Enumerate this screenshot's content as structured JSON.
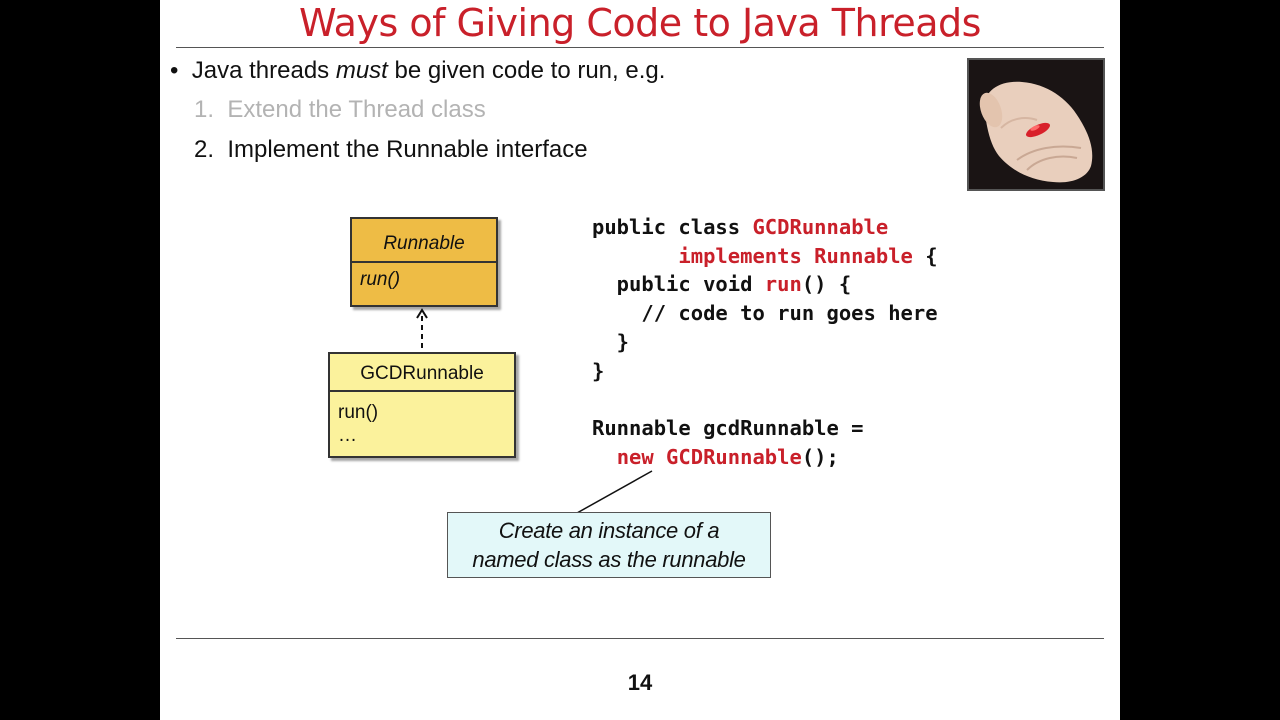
{
  "slide": {
    "title": "Ways of Giving Code to Java Threads",
    "bullet": {
      "prefix": "Java threads ",
      "emphasis": "must",
      "suffix": " be given code to run, e.g."
    },
    "items": [
      {
        "num": "1.",
        "text": "Extend the Thread class",
        "dimmed": true
      },
      {
        "num": "2.",
        "text": "Implement the Runnable interface",
        "dimmed": false
      }
    ],
    "uml": {
      "interface_name": "Runnable",
      "interface_method": "run()",
      "class_name": "GCDRunnable",
      "class_method": "run()",
      "class_more": "…"
    },
    "code": {
      "l1_a": "public class ",
      "l1_b": "GCDRunnable",
      "l2_a": "       implements Runnable",
      "l2_b": " {",
      "l3_a": "  public void ",
      "l3_b": "run",
      "l3_c": "() {",
      "l4": "    // code to run goes here",
      "l5": "  }",
      "l6": "}",
      "l8": "Runnable gcdRunnable =",
      "l9_a": "new GCDRunnable",
      "l9_b": "();"
    },
    "callout": {
      "line1": "Create an instance of a",
      "line2": "named class as the runnable"
    },
    "page_number": "14",
    "colors": {
      "title": "#c9202a",
      "keyword": "#c9202a",
      "interface_fill": "#eebc45",
      "class_fill": "#fbf29c",
      "callout_fill": "#e3f8f9"
    },
    "image": {
      "icon": "hand-holding-red-pill-photo"
    }
  }
}
